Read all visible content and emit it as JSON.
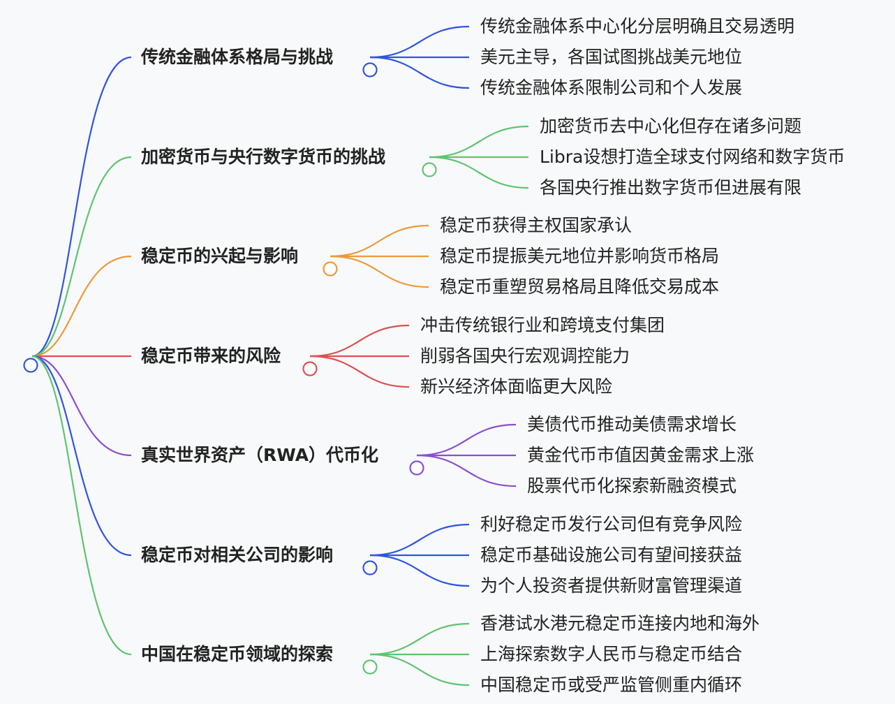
{
  "colors": {
    "blue": "#2f55e0",
    "green": "#5fc46f",
    "orange": "#ec9a38",
    "red": "#dd5050",
    "purple": "#8a4fd0"
  },
  "branches": [
    {
      "label": "传统金融体系格局与挑战",
      "color": "#2f55e0",
      "children": [
        "传统金融体系中心化分层明确且交易透明",
        "美元主导，各国试图挑战美元地位",
        "传统金融体系限制公司和个人发展"
      ]
    },
    {
      "label": "加密货币与央行数字货币的挑战",
      "color": "#5fc46f",
      "children": [
        "加密货币去中心化但存在诸多问题",
        "Libra设想打造全球支付网络和数字货币",
        "各国央行推出数字货币但进展有限"
      ]
    },
    {
      "label": "稳定币的兴起与影响",
      "color": "#ec9a38",
      "children": [
        "稳定币获得主权国家承认",
        "稳定币提振美元地位并影响货币格局",
        "稳定币重塑贸易格局且降低交易成本"
      ]
    },
    {
      "label": "稳定币带来的风险",
      "color": "#dd5050",
      "children": [
        "冲击传统银行业和跨境支付集团",
        "削弱各国央行宏观调控能力",
        "新兴经济体面临更大风险"
      ]
    },
    {
      "label": "真实世界资产（RWA）代币化",
      "color": "#8a4fd0",
      "children": [
        "美债代币推动美债需求增长",
        "黄金代币市值因黄金需求上涨",
        "股票代币化探索新融资模式"
      ]
    },
    {
      "label": "稳定币对相关公司的影响",
      "color": "#2f55e0",
      "children": [
        "利好稳定币发行公司但有竞争风险",
        "稳定币基础设施公司有望间接获益",
        "为个人投资者提供新财富管理渠道"
      ]
    },
    {
      "label": "中国在稳定币领域的探索",
      "color": "#5fc46f",
      "children": [
        "香港试水港元稳定币连接内地和海外",
        "上海探索数字人民币与稳定币结合",
        "中国稳定币或受严监管侧重内循环"
      ]
    }
  ]
}
